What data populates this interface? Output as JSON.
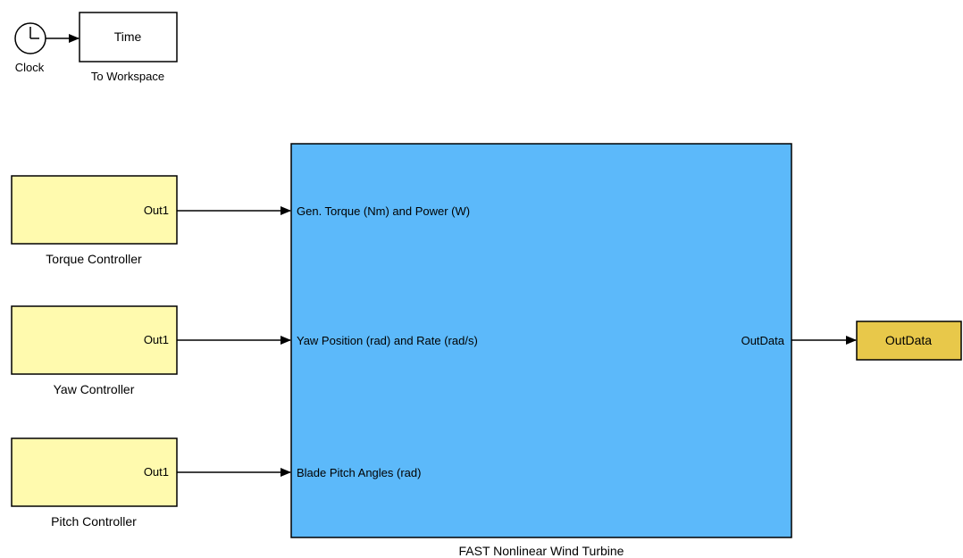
{
  "clock": {
    "label": "Clock",
    "icon": "clock-icon"
  },
  "to_workspace": {
    "variable": "Time",
    "label": "To Workspace"
  },
  "controllers": [
    {
      "port": "Out1",
      "label": "Torque Controller"
    },
    {
      "port": "Out1",
      "label": "Yaw Controller"
    },
    {
      "port": "Out1",
      "label": "Pitch Controller"
    }
  ],
  "turbine": {
    "label": "FAST Nonlinear Wind Turbine",
    "inputs": [
      "Gen. Torque (Nm) and Power (W)",
      "Yaw Position (rad) and Rate (rad/s)",
      "Blade Pitch Angles (rad)"
    ],
    "output": "OutData"
  },
  "outport": {
    "label": "OutData"
  },
  "colors": {
    "subsystem_fill": "#5CB9FA",
    "controller_fill": "#FFFAAE",
    "outport_fill": "#E8C84A",
    "line": "#000000"
  }
}
